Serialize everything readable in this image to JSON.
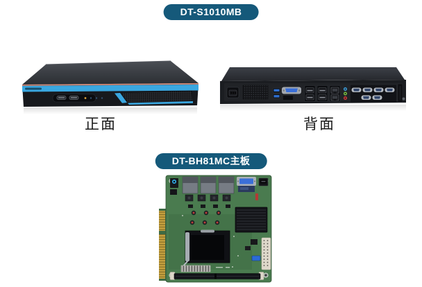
{
  "header_badge": {
    "label": "DT-S1010MB"
  },
  "board_badge": {
    "label": "DT-BH81MC主板"
  },
  "views": {
    "front": {
      "caption": "正面"
    },
    "back": {
      "caption": "背面"
    }
  },
  "colors": {
    "background": "#ffffff",
    "badge_bg": "#15597a",
    "badge_text": "#ffffff",
    "caption_text": "#1a1a1a",
    "accent_blue": "#3aa7e0",
    "trim_salmon": "#d78f7d",
    "chassis_front": "#17191d",
    "chassis_top": "#3b3f46",
    "vga_blue": "#3a6fd8",
    "pcb_green": "#4a7b4f",
    "gold_fingers": "#c9a23f"
  }
}
